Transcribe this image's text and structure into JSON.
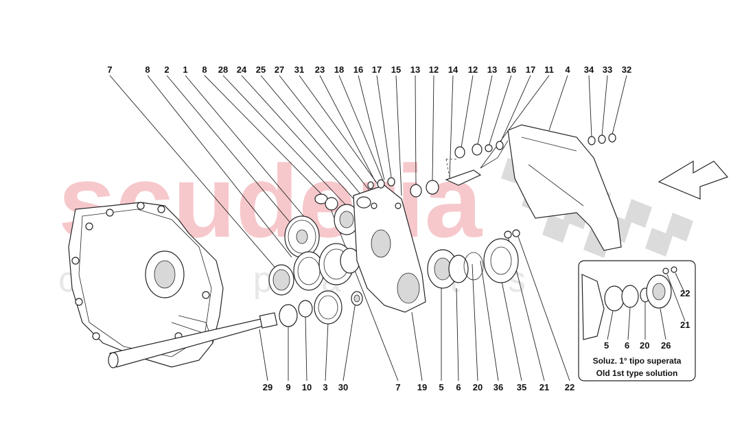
{
  "watermark": {
    "brand": "scuderia",
    "sub": "c a r p a r t s"
  },
  "top_labels": [
    "7",
    "8",
    "2",
    "1",
    "8",
    "28",
    "24",
    "25",
    "27",
    "31",
    "23",
    "18",
    "16",
    "17",
    "15",
    "13",
    "12",
    "14",
    "12",
    "13",
    "16",
    "17",
    "11",
    "4",
    "34",
    "33",
    "32"
  ],
  "bottom_labels": [
    "29",
    "9",
    "10",
    "3",
    "30",
    "7",
    "19",
    "5",
    "6",
    "20",
    "36",
    "35",
    "21",
    "22"
  ],
  "inset": {
    "labels": [
      "5",
      "6",
      "20",
      "26",
      "21",
      "22"
    ],
    "caption_line1": "Soluz. 1° tipo superata",
    "caption_line2": "Old 1st type solution"
  }
}
